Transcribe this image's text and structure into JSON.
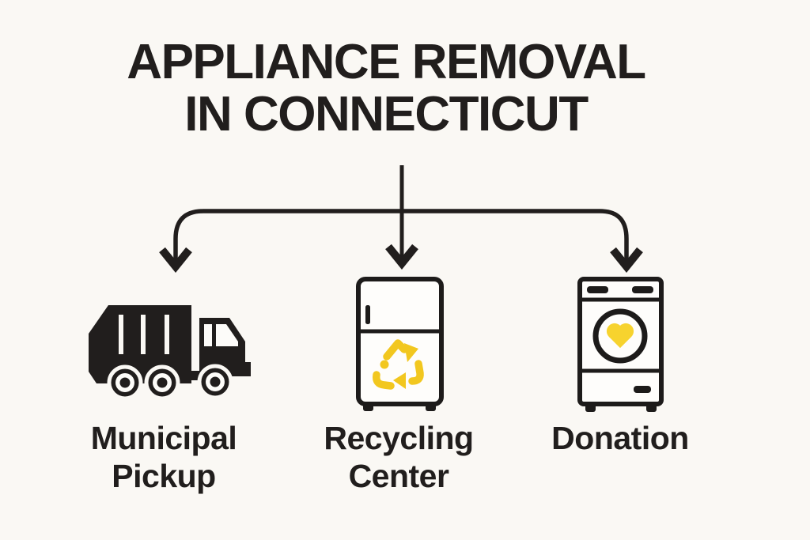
{
  "title": {
    "line1": "APPLIANCE REMOVAL",
    "line2": "IN CONNECTICUT"
  },
  "branches": [
    {
      "id": "municipal-pickup",
      "label_line1": "Municipal",
      "label_line2": "Pickup",
      "icon": "garbage-truck-icon"
    },
    {
      "id": "recycling-center",
      "label_line1": "Recycling",
      "label_line2": "Center",
      "icon": "refrigerator-recycle-icon"
    },
    {
      "id": "donation",
      "label_line1": "Donation",
      "label_line2": "",
      "icon": "washing-machine-heart-icon"
    }
  ],
  "colors": {
    "background": "#faf8f4",
    "ink": "#211e1d",
    "recycle_yellow": "#f2c71f",
    "heart_yellow": "#f7d32e"
  }
}
